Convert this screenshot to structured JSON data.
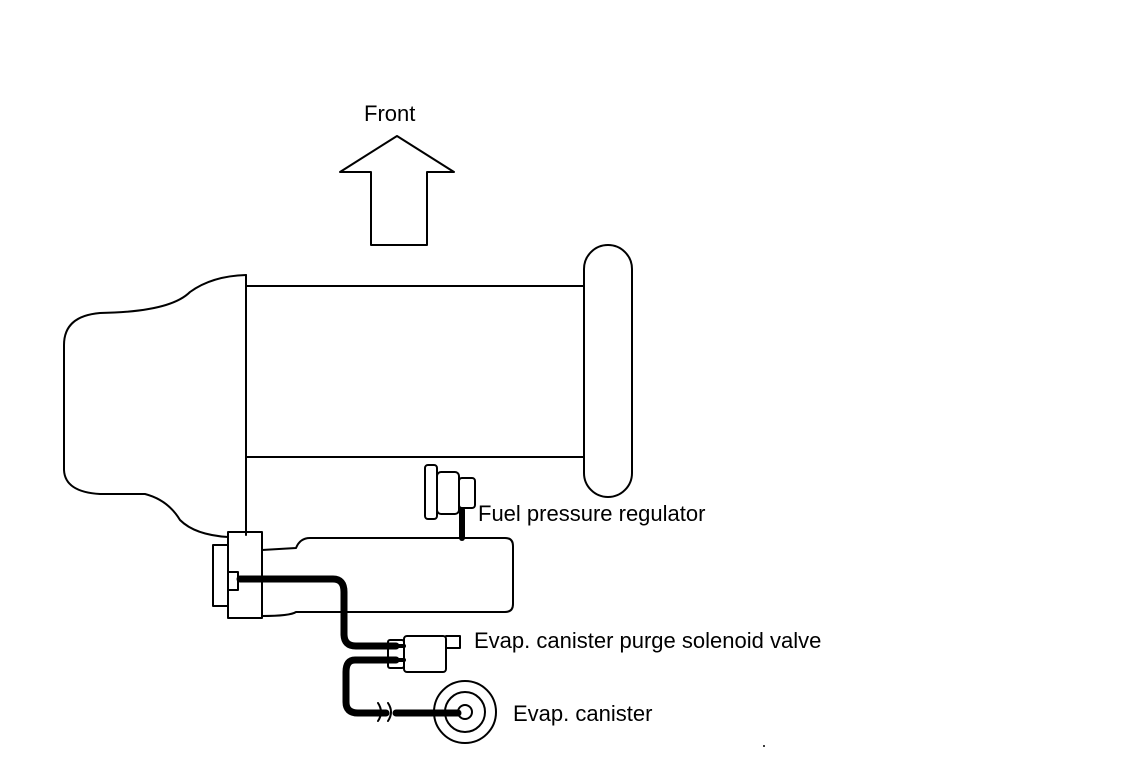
{
  "labels": {
    "front": "Front",
    "fuel_pressure_regulator": "Fuel pressure regulator",
    "purge_solenoid_valve": "Evap. canister purge solenoid valve",
    "canister": "Evap. canister"
  },
  "colors": {
    "line": "#000000",
    "background": "#ffffff"
  }
}
